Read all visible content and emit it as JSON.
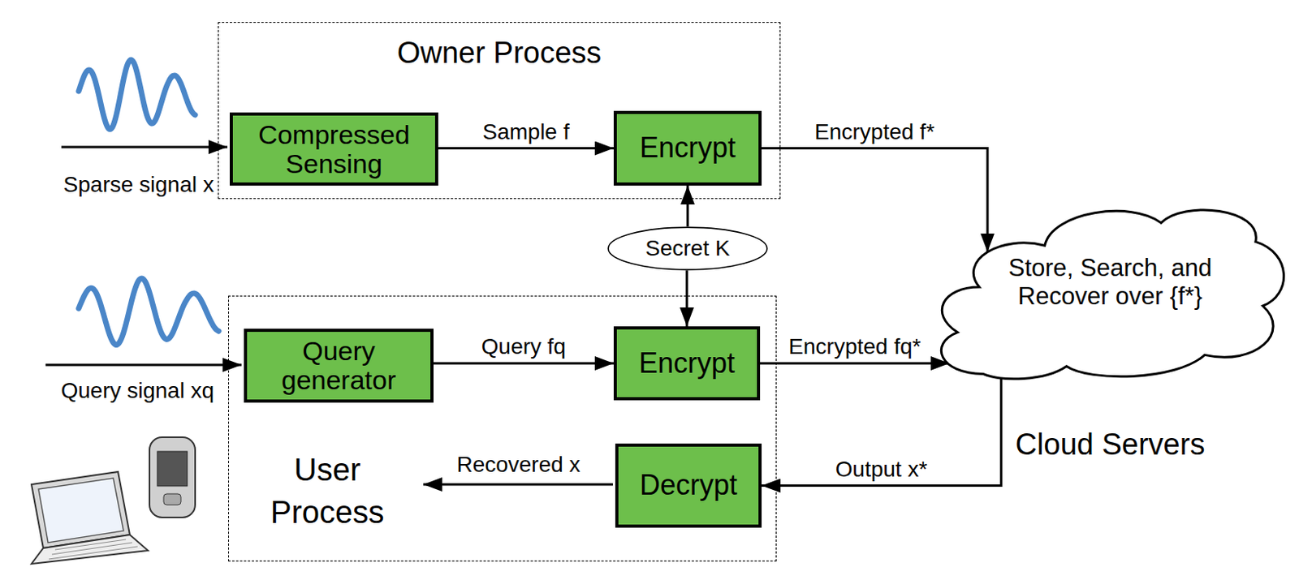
{
  "diagram": {
    "nodes": [
      {
        "text": [
          "Owner Process"
        ]
      },
      {
        "text": [
          "Compressed Sensing"
        ],
        "in": 0
      },
      {
        "text": [
          "Encrypt"
        ],
        "in": 0
      },
      {
        "text": [
          "Secret K"
        ]
      },
      {
        "text": [
          "User Process"
        ]
      },
      {
        "text": [
          "Query generator"
        ],
        "in": 4
      },
      {
        "text": [
          "Encrypt"
        ],
        "in": 4
      },
      {
        "text": [
          "Decrypt"
        ],
        "in": 4
      },
      {
        "text": [
          "Store, Search, and Recover over {f*}",
          "Cloud Servers"
        ]
      }
    ],
    "edges": [
      {
        "from": 1,
        "to": 2,
        "label": "Sample f",
        "arrow": "to"
      },
      {
        "from": 2,
        "to": 8,
        "label": "Encrypted f*",
        "arrow": "to"
      },
      {
        "from": 3,
        "to": 2,
        "arrow": "to"
      },
      {
        "from": 3,
        "to": 6,
        "arrow": "to"
      },
      {
        "from": 5,
        "to": 6,
        "label": "Query fq",
        "arrow": "to"
      },
      {
        "from": 6,
        "to": 8,
        "label": "Encrypted fq*",
        "arrow": "to"
      },
      {
        "from": 8,
        "to": 7,
        "label": "Output x*",
        "arrow": "to"
      }
    ],
    "labels": [
      "Sparse signal x",
      "Query signal xq",
      "Recovered x"
    ]
  }
}
